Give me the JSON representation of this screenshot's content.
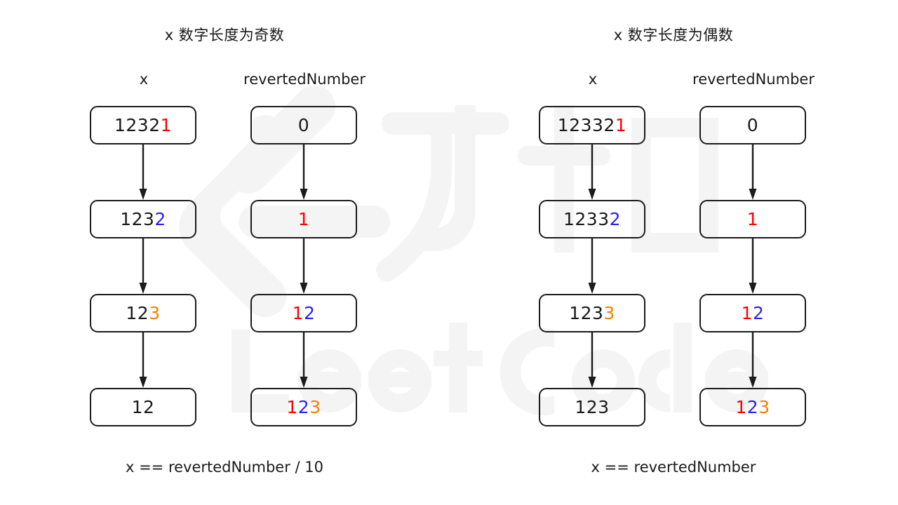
{
  "colors": {
    "black": "#1a1a1a",
    "red": "#fe0000",
    "blue": "#2b22ef",
    "orange": "#f98000",
    "stroke": "#1b1b1b",
    "watermark": "#f4f4f4",
    "background": "#ffffff"
  },
  "watermark": {
    "logo_text": "力扣",
    "brand_text": "LeetCode"
  },
  "panels": [
    {
      "id": "odd",
      "title": "x 数字长度为奇数",
      "footer": "x == revertedNumber / 10",
      "columns": [
        {
          "id": "x",
          "header": "x",
          "nodes": [
            {
              "digits": [
                {
                  "t": "1232",
                  "c": "black"
                },
                {
                  "t": "1",
                  "c": "red"
                }
              ]
            },
            {
              "digits": [
                {
                  "t": "123",
                  "c": "black"
                },
                {
                  "t": "2",
                  "c": "blue"
                }
              ]
            },
            {
              "digits": [
                {
                  "t": "12",
                  "c": "black"
                },
                {
                  "t": "3",
                  "c": "orange"
                }
              ]
            },
            {
              "digits": [
                {
                  "t": "12",
                  "c": "black"
                }
              ]
            }
          ]
        },
        {
          "id": "revertedNumber",
          "header": "revertedNumber",
          "nodes": [
            {
              "digits": [
                {
                  "t": "0",
                  "c": "black"
                }
              ]
            },
            {
              "digits": [
                {
                  "t": "1",
                  "c": "red"
                }
              ]
            },
            {
              "digits": [
                {
                  "t": "1",
                  "c": "red"
                },
                {
                  "t": "2",
                  "c": "blue"
                }
              ]
            },
            {
              "digits": [
                {
                  "t": "1",
                  "c": "red"
                },
                {
                  "t": "2",
                  "c": "blue"
                },
                {
                  "t": "3",
                  "c": "orange"
                }
              ]
            }
          ]
        }
      ]
    },
    {
      "id": "even",
      "title": "x 数字长度为偶数",
      "footer": "x == revertedNumber",
      "columns": [
        {
          "id": "x",
          "header": "x",
          "nodes": [
            {
              "digits": [
                {
                  "t": "12332",
                  "c": "black"
                },
                {
                  "t": "1",
                  "c": "red"
                }
              ]
            },
            {
              "digits": [
                {
                  "t": "1233",
                  "c": "black"
                },
                {
                  "t": "2",
                  "c": "blue"
                }
              ]
            },
            {
              "digits": [
                {
                  "t": "123",
                  "c": "black"
                },
                {
                  "t": "3",
                  "c": "orange"
                }
              ]
            },
            {
              "digits": [
                {
                  "t": "123",
                  "c": "black"
                }
              ]
            }
          ]
        },
        {
          "id": "revertedNumber",
          "header": "revertedNumber",
          "nodes": [
            {
              "digits": [
                {
                  "t": "0",
                  "c": "black"
                }
              ]
            },
            {
              "digits": [
                {
                  "t": "1",
                  "c": "red"
                }
              ]
            },
            {
              "digits": [
                {
                  "t": "1",
                  "c": "red"
                },
                {
                  "t": "2",
                  "c": "blue"
                }
              ]
            },
            {
              "digits": [
                {
                  "t": "1",
                  "c": "red"
                },
                {
                  "t": "2",
                  "c": "blue"
                },
                {
                  "t": "3",
                  "c": "orange"
                }
              ]
            }
          ]
        }
      ]
    }
  ]
}
